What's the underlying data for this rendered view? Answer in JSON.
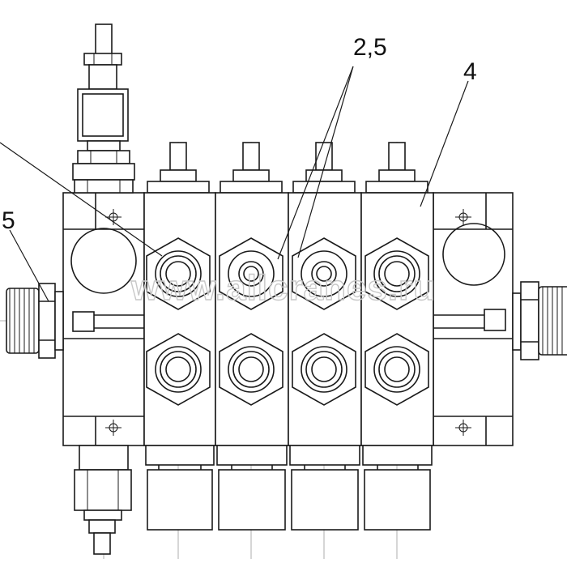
{
  "callouts": {
    "label_25": "2,5",
    "label_4": "4",
    "label_5": "5"
  },
  "watermark": "www.allcranes.ru",
  "colors": {
    "line": "#1a1a1a",
    "axis": "#9a9a9a",
    "watermark": "#c8c8c8",
    "background": "#ffffff"
  }
}
